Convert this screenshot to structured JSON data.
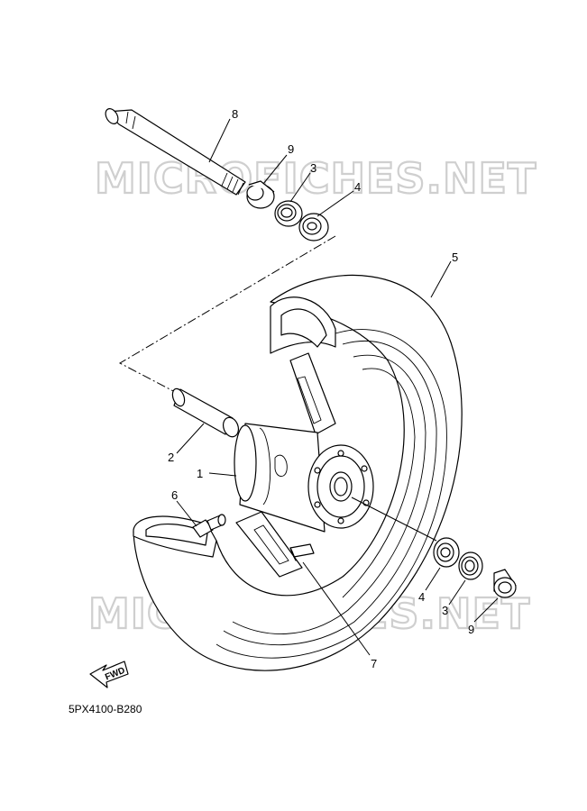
{
  "watermark": "MICROFICHES.NET",
  "part_code": "5PX4100-B280",
  "forward_label": "FWD",
  "callouts": {
    "axle": "8",
    "collar_top": "9",
    "seal_top": "3",
    "bearing_top": "4",
    "tire": "5",
    "spacer": "2",
    "wheel": "1",
    "valve": "6",
    "weight": "7",
    "bearing_bottom": "4",
    "seal_bottom": "3",
    "collar_bottom": "9"
  }
}
